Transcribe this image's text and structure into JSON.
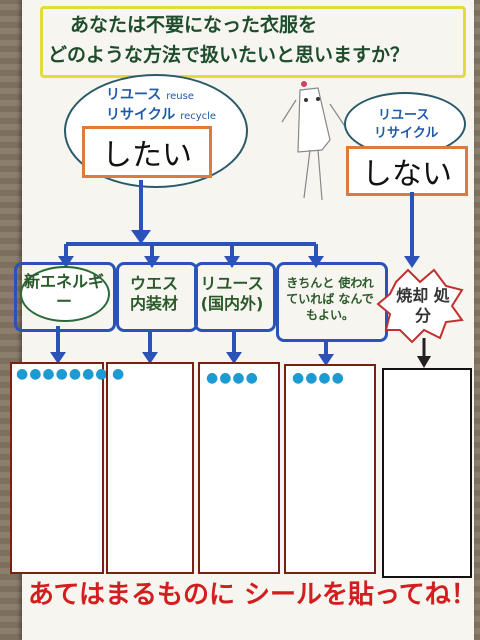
{
  "question": {
    "line1": "あなたは不要になった衣服を",
    "line2": "どのような方法で扱いたいと思いますか？"
  },
  "yes_side": {
    "reuse_jp": "リユース",
    "reuse_en": "reuse",
    "recycle_jp": "リサイクル",
    "recycle_en": "recycle",
    "answer": "したい"
  },
  "no_side": {
    "reuse_jp": "リユース",
    "recycle_jp": "リサイクル",
    "answer": "しない"
  },
  "categories": [
    {
      "label": "新エネルギー"
    },
    {
      "label": "ウエス 内装材"
    },
    {
      "label": "リユース (国内外)"
    },
    {
      "label": "きちんと 使われていれば なんでもよい。"
    },
    {
      "label": "焼却 処分"
    }
  ],
  "dots": [
    "●●●●●●●",
    "●",
    "●●●●",
    "●●●●"
  ],
  "footer": "あてはまるものに シールを貼ってね！",
  "colors": {
    "arrow": "#2b52b8",
    "footer": "#d21e1e",
    "title_border": "#e0dd3a",
    "answer_border": "#e07a3a"
  }
}
